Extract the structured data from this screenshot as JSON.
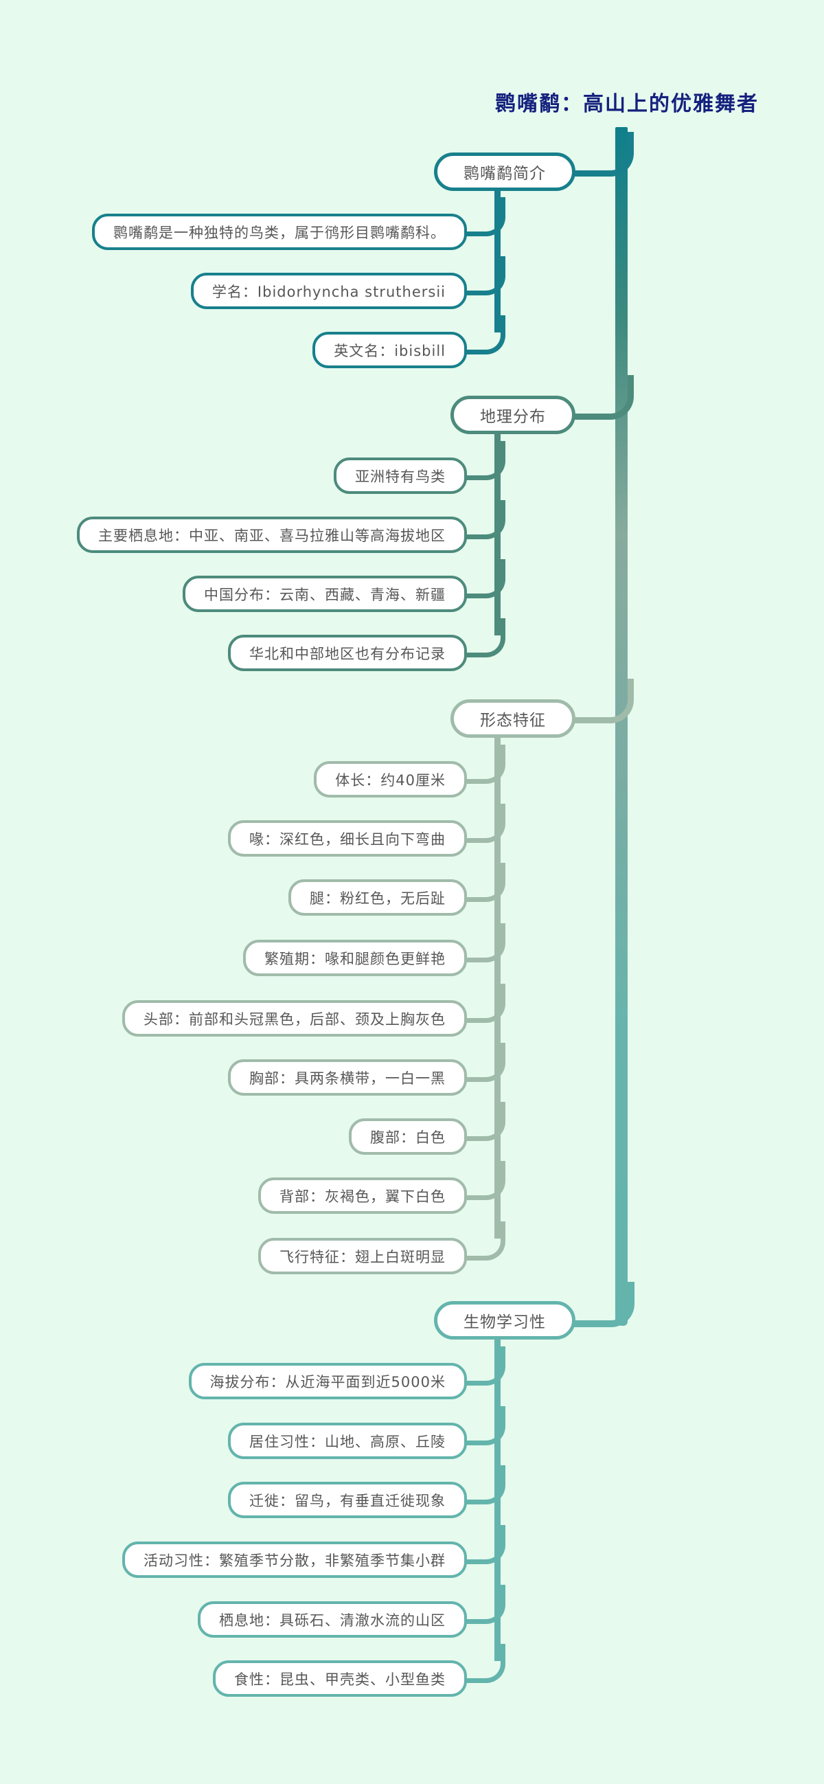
{
  "title": {
    "text": "鹮嘴鹬：高山上的优雅舞者",
    "color": "#15217e"
  },
  "palette": {
    "background": "#e6faee",
    "node_background": "#ffffff",
    "node_text": "#575757",
    "trunk_top": "#0e7f8b",
    "trunk_middle": "#87ab9d",
    "trunk_bottom": "#63b4ac"
  },
  "sections": [
    {
      "label": "鹮嘴鹬简介",
      "color": "#18808c",
      "children": [
        "鹮嘴鹬是一种独特的鸟类，属于鸻形目鹮嘴鹬科。",
        "学名：Ibidorhyncha struthersii",
        "英文名：ibisbill"
      ]
    },
    {
      "label": "地理分布",
      "color": "#4d8b7c",
      "children": [
        "亚洲特有鸟类",
        "主要栖息地：中亚、南亚、喜马拉雅山等高海拔地区",
        "中国分布：云南、西藏、青海、新疆",
        "华北和中部地区也有分布记录"
      ]
    },
    {
      "label": "形态特征",
      "color": "#a0bbaa",
      "children": [
        "体长：约40厘米",
        "喙：深红色，细长且向下弯曲",
        "腿：粉红色，无后趾",
        "繁殖期：喙和腿颜色更鲜艳",
        "头部：前部和头冠黑色，后部、颈及上胸灰色",
        "胸部：具两条横带，一白一黑",
        "腹部：白色",
        "背部：灰褐色，翼下白色",
        "飞行特征：翅上白斑明显"
      ]
    },
    {
      "label": "生物学习性",
      "color": "#63b4ac",
      "children": [
        "海拔分布：从近海平面到近5000米",
        "居住习性：山地、高原、丘陵",
        "迁徙：留鸟，有垂直迁徙现象",
        "活动习性：繁殖季节分散，非繁殖季节集小群",
        "栖息地：具砾石、清澈水流的山区",
        "食性：昆虫、甲壳类、小型鱼类"
      ]
    }
  ]
}
